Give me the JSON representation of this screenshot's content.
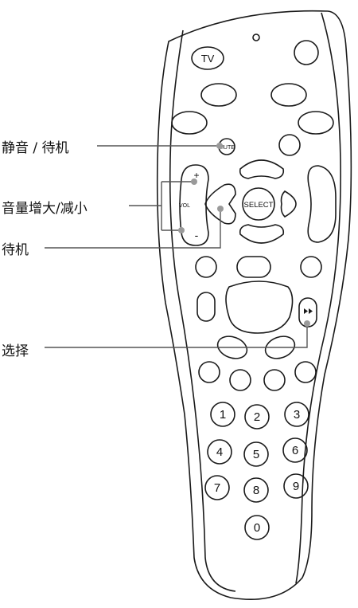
{
  "remote": {
    "tv_label": "TV",
    "mute_label": "MUTE",
    "vol_label": "VOL",
    "select_label": "SELECT",
    "plus_label": "+",
    "minus_label": "-",
    "numbers": [
      "1",
      "2",
      "3",
      "4",
      "5",
      "6",
      "7",
      "8",
      "9",
      "0"
    ]
  },
  "callouts": [
    {
      "label": "静音 / 待机"
    },
    {
      "label": "音量增大/减小"
    },
    {
      "label": "待机"
    },
    {
      "label": "选择"
    }
  ],
  "colors": {
    "stroke": "#1a1a1a",
    "leader": "#555555",
    "dot": "#9a9a9a",
    "body": "#ffffff"
  }
}
